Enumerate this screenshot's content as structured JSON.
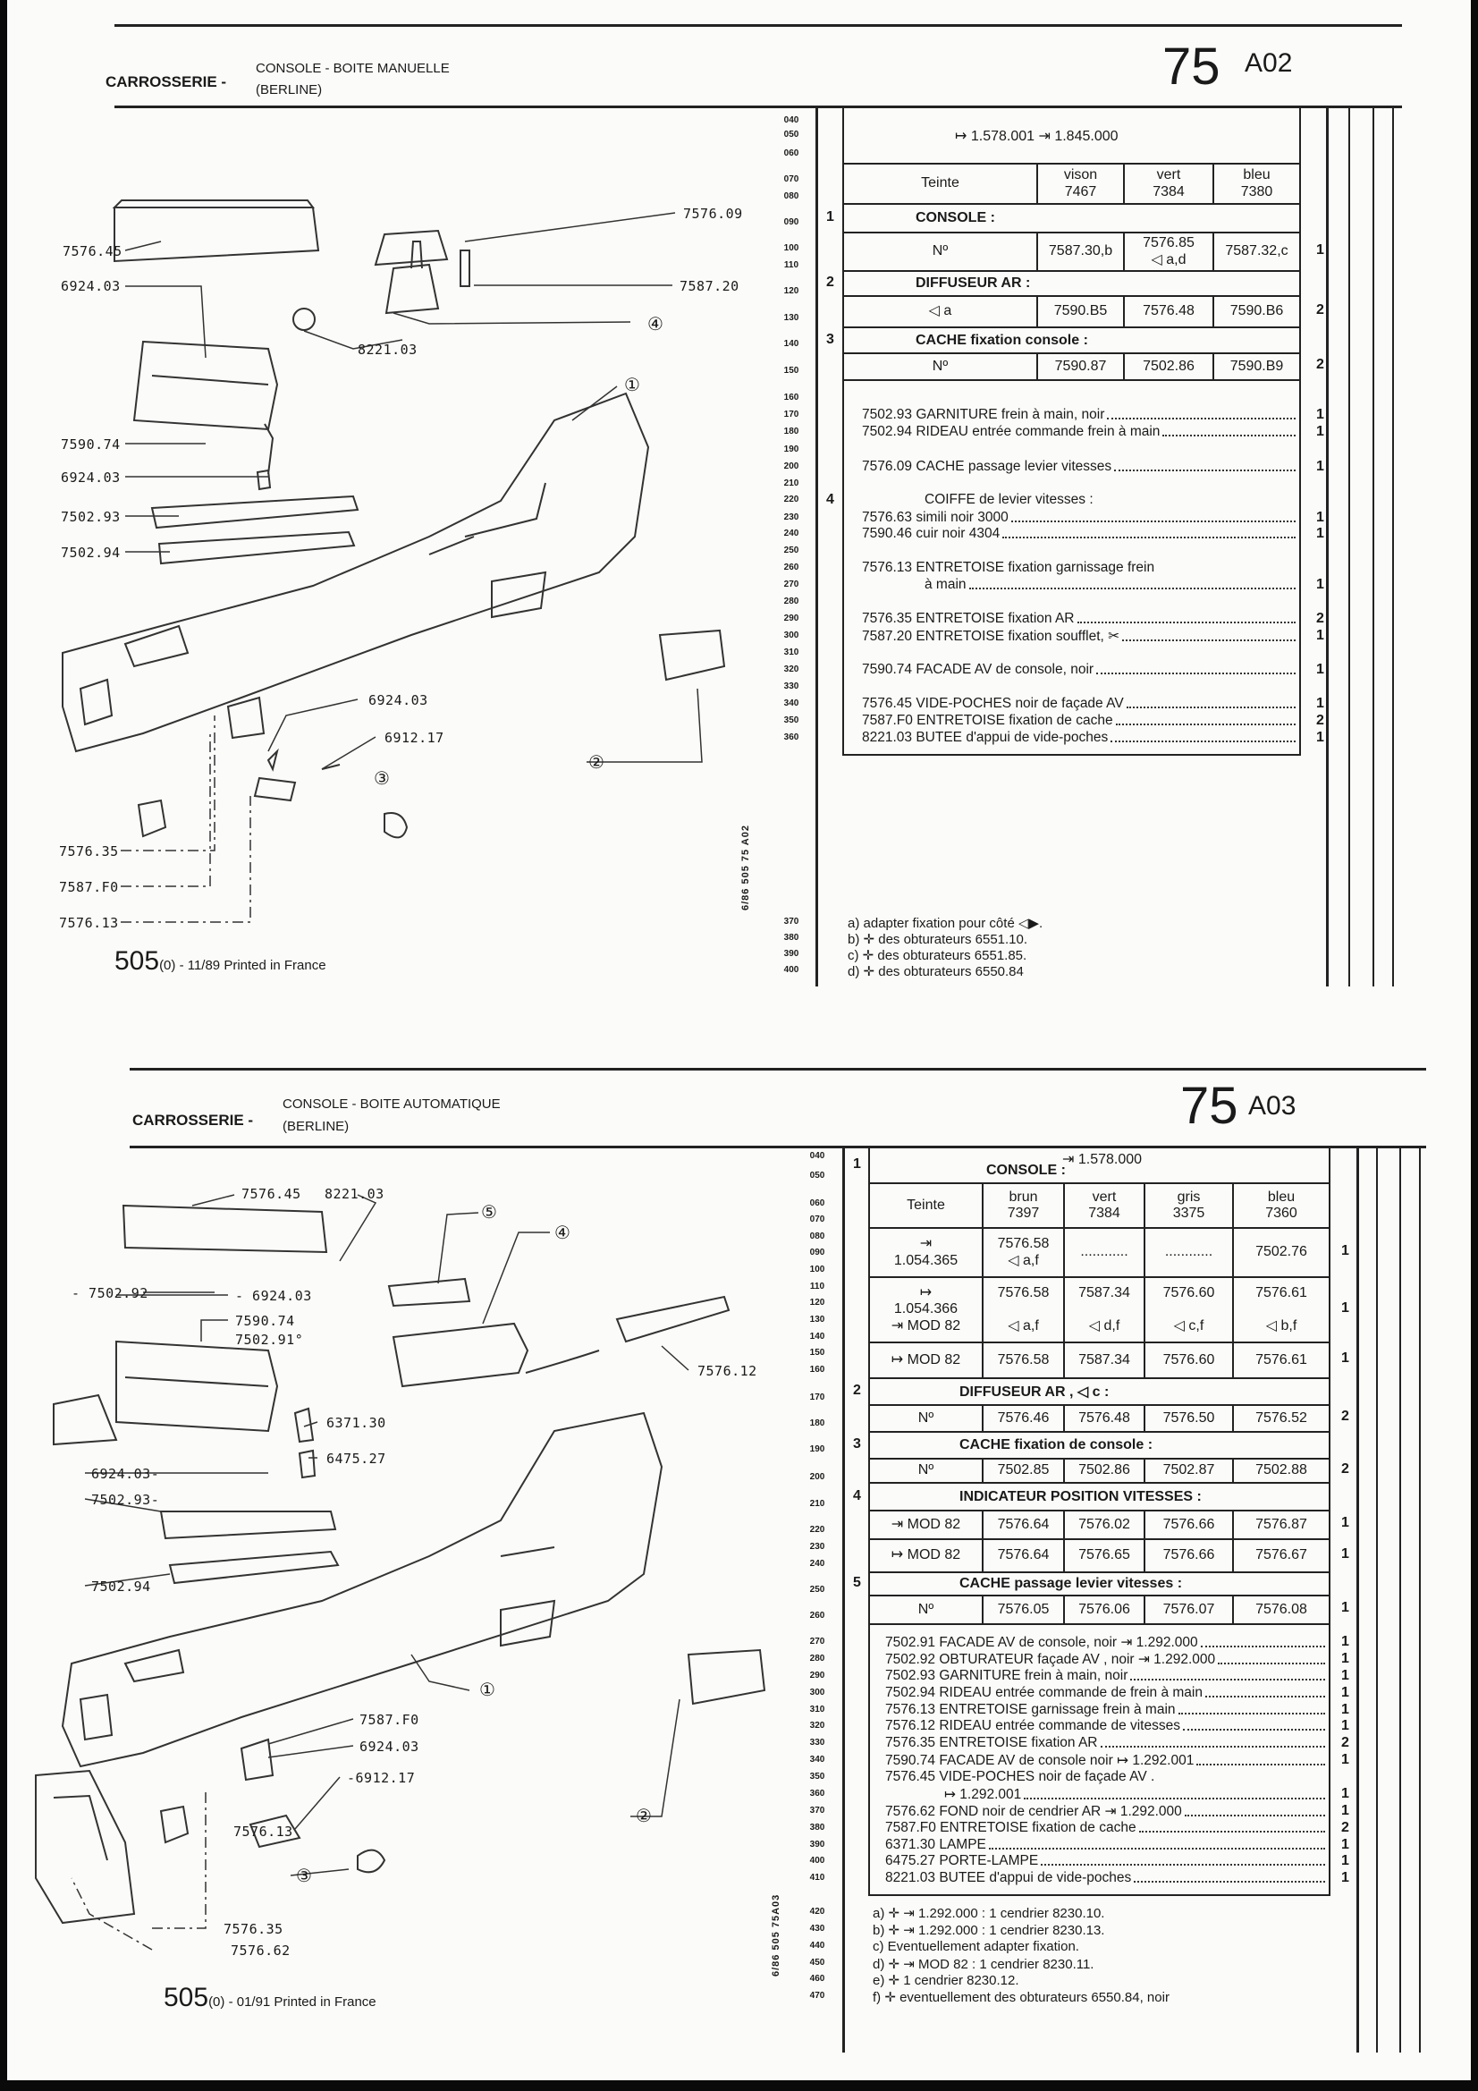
{
  "sheets": [
    {
      "header": {
        "section": "CARROSSERIE -",
        "title1": "CONSOLE - BOITE MANUELLE",
        "title2": "(BERLINE)",
        "page_num": "75",
        "page_code": "A02"
      },
      "range_text": "↦ 1.578.001 ⇥ 1.845.000",
      "line_numbers": [
        "040",
        "050",
        "060",
        "070",
        "080",
        "090",
        "100",
        "110",
        "120",
        "130",
        "140",
        "150",
        "160",
        "170",
        "180",
        "190",
        "200",
        "210",
        "220",
        "230",
        "240",
        "250",
        "260",
        "270",
        "280",
        "290",
        "300",
        "310",
        "320",
        "330",
        "340",
        "350",
        "360",
        "370",
        "380",
        "390",
        "400"
      ],
      "table": [
        {
          "type": "cells",
          "cells": [
            "Teinte",
            "vison\n7467",
            "vert\n7384",
            "bleu\n7380"
          ],
          "qty": ""
        },
        {
          "type": "band",
          "item": "1",
          "text": "CONSOLE :"
        },
        {
          "type": "cells",
          "cells": [
            "Nº",
            "7587.30,b",
            "7576.85\n◁ a,d",
            "7587.32,c"
          ],
          "qty": "1"
        },
        {
          "type": "band",
          "item": "2",
          "text": "DIFFUSEUR AR :"
        },
        {
          "type": "cells",
          "cells": [
            "◁ a",
            "7590.B5",
            "7576.48",
            "7590.B6"
          ],
          "qty": "2"
        },
        {
          "type": "band",
          "item": "3",
          "text": "CACHE fixation console :"
        },
        {
          "type": "cells",
          "cells": [
            "Nº",
            "7590.87",
            "7502.86",
            "7590.B9"
          ],
          "qty": "2"
        }
      ],
      "entries": [
        {
          "text": "7502.93 GARNITURE frein à main, noir",
          "qty": "1"
        },
        {
          "text": "7502.94 RIDEAU entrée commande frein à main",
          "qty": "1"
        },
        {
          "text": "7576.09 CACHE passage levier vitesses",
          "qty": "1"
        },
        {
          "text": "COIFFE de levier vitesses :",
          "qty": "",
          "item": "4"
        },
        {
          "text": "7576.63  simili noir 3000",
          "qty": "1"
        },
        {
          "text": "7590.46  cuir noir 4304",
          "qty": "1"
        },
        {
          "text": "7576.13 ENTRETOISE fixation garnissage frein",
          "qty": ""
        },
        {
          "text": "à main",
          "qty": "1"
        },
        {
          "text": "7576.35 ENTRETOISE fixation AR",
          "qty": "2"
        },
        {
          "text": "7587.20 ENTRETOISE fixation soufflet, ✂",
          "qty": "1"
        },
        {
          "text": "7590.74 FACADE AV de console, noir",
          "qty": "1"
        },
        {
          "text": "7576.45 VIDE-POCHES noir de façade AV",
          "qty": "1"
        },
        {
          "text": "7587.F0 ENTRETOISE fixation de cache",
          "qty": "2"
        },
        {
          "text": "8221.03 BUTEE d'appui de vide-poches",
          "qty": "1"
        }
      ],
      "notes": [
        "a) adapter fixation pour côté ◁▶.",
        "b) ✛ des obturateurs 6551.10.",
        "c) ✛ des obturateurs 6551.85.",
        "d) ✛ des obturateurs 6550.84"
      ],
      "labels": [
        "7576.45",
        "6924.03",
        "7590.74",
        "6924.03",
        "7502.93",
        "7502.94",
        "7576.35",
        "7587.F0",
        "7576.13",
        "7576.09",
        "7587.20",
        "8221.03",
        "6924.03",
        "6912.17"
      ],
      "callouts": [
        "①",
        "④",
        "②",
        "③"
      ],
      "footer": {
        "big": "505",
        "text": "(0) - 11/89 Printed in France"
      },
      "side_ref": "6/86   505   75 A02"
    },
    {
      "header": {
        "section": "CARROSSERIE -",
        "title1": "CONSOLE - BOITE AUTOMATIQUE",
        "title2": "(BERLINE)",
        "page_num": "75",
        "page_code": "A03"
      },
      "range_text": "⇥ 1.578.000",
      "line_numbers": [
        "040",
        "050",
        "060",
        "070",
        "080",
        "090",
        "100",
        "110",
        "120",
        "130",
        "140",
        "150",
        "160",
        "170",
        "180",
        "190",
        "200",
        "210",
        "220",
        "230",
        "240",
        "250",
        "260",
        "270",
        "280",
        "290",
        "300",
        "310",
        "320",
        "330",
        "340",
        "350",
        "360",
        "370",
        "380",
        "390",
        "400",
        "410",
        "420",
        "430",
        "440",
        "450",
        "460",
        "470"
      ],
      "table": [
        {
          "type": "band",
          "item": "1",
          "text": "CONSOLE :"
        },
        {
          "type": "cells",
          "cells": [
            "Teinte",
            "brun\n7397",
            "vert\n7384",
            "gris\n3375",
            "bleu\n7360"
          ],
          "qty": ""
        },
        {
          "type": "cells",
          "cells": [
            "⇥\n1.054.365",
            "7576.58\n◁ a,f",
            "............",
            "............",
            "7502.76"
          ],
          "qty": "1"
        },
        {
          "type": "cells",
          "cells": [
            "↦\n1.054.366\n⇥ MOD 82",
            "7576.58\n\n◁ a,f",
            "7587.34\n\n◁ d,f",
            "7576.60\n\n◁ c,f",
            "7576.61\n\n◁ b,f"
          ],
          "qty": "1"
        },
        {
          "type": "cells",
          "cells": [
            "↦ MOD 82",
            "7576.58",
            "7587.34",
            "7576.60",
            "7576.61"
          ],
          "qty": "1"
        },
        {
          "type": "band",
          "item": "2",
          "text": "DIFFUSEUR AR , ◁ c :"
        },
        {
          "type": "cells",
          "cells": [
            "Nº",
            "7576.46",
            "7576.48",
            "7576.50",
            "7576.52"
          ],
          "qty": "2"
        },
        {
          "type": "band",
          "item": "3",
          "text": "CACHE fixation de console :"
        },
        {
          "type": "cells",
          "cells": [
            "Nº",
            "7502.85",
            "7502.86",
            "7502.87",
            "7502.88"
          ],
          "qty": "2"
        },
        {
          "type": "band",
          "item": "4",
          "text": "INDICATEUR POSITION VITESSES :"
        },
        {
          "type": "cells",
          "cells": [
            "⇥ MOD 82",
            "7576.64",
            "7576.02",
            "7576.66",
            "7576.87"
          ],
          "qty": "1"
        },
        {
          "type": "cells",
          "cells": [
            "↦ MOD 82",
            "7576.64",
            "7576.65",
            "7576.66",
            "7576.67"
          ],
          "qty": "1"
        },
        {
          "type": "band",
          "item": "5",
          "text": "CACHE passage levier vitesses :"
        },
        {
          "type": "cells",
          "cells": [
            "Nº",
            "7576.05",
            "7576.06",
            "7576.07",
            "7576.08"
          ],
          "qty": "1"
        }
      ],
      "entries": [
        {
          "text": "7502.91 FACADE AV de console, noir ⇥ 1.292.000",
          "qty": "1"
        },
        {
          "text": "7502.92 OBTURATEUR façade AV , noir ⇥ 1.292.000",
          "qty": "1"
        },
        {
          "text": "7502.93 GARNITURE frein à main, noir",
          "qty": "1"
        },
        {
          "text": "7502.94 RIDEAU entrée commande de frein à main",
          "qty": "1"
        },
        {
          "text": "7576.13 ENTRETOISE garnissage frein à main",
          "qty": "1"
        },
        {
          "text": "7576.12 RIDEAU entrée commande de vitesses",
          "qty": "1"
        },
        {
          "text": "7576.35 ENTRETOISE fixation AR",
          "qty": "2"
        },
        {
          "text": "7590.74 FACADE AV de console noir ↦ 1.292.001",
          "qty": "1"
        },
        {
          "text": "7576.45 VIDE-POCHES noir de façade AV .",
          "qty": ""
        },
        {
          "text": "↦ 1.292.001",
          "qty": "1"
        },
        {
          "text": "7576.62 FOND noir de cendrier AR ⇥ 1.292.000",
          "qty": "1"
        },
        {
          "text": "7587.F0 ENTRETOISE fixation de cache",
          "qty": "2"
        },
        {
          "text": "6371.30 LAMPE",
          "qty": "1"
        },
        {
          "text": "6475.27 PORTE-LAMPE",
          "qty": "1"
        },
        {
          "text": "8221.03 BUTEE d'appui de vide-poches",
          "qty": "1"
        }
      ],
      "notes": [
        "a) ✛ ⇥ 1.292.000 : 1 cendrier 8230.10.",
        "b) ✛ ⇥ 1.292.000 : 1 cendrier 8230.13.",
        "c) Eventuellement adapter fixation.",
        "d) ✛ ⇥ MOD 82 : 1 cendrier 8230.11.",
        "e) ✛ 1 cendrier 8230.12.",
        "f) ✛ eventuellement des obturateurs 6550.84, noir"
      ],
      "labels": [
        "7576.45",
        "8221.03",
        "- 7502.92",
        "- 6924.03",
        "7590.74",
        "7502.91°",
        "7576.12",
        "6371.30",
        "6475.27",
        "6924.03-",
        "7502.93-",
        "7502.94",
        "7587.F0",
        "6924.03",
        "-6912.17",
        "7576.13",
        "7576.35",
        "7576.62"
      ],
      "callouts": [
        "⑤",
        "④",
        "①",
        "②",
        "③"
      ],
      "footer": {
        "big": "505",
        "text": "(0) - 01/91 Printed in France"
      },
      "side_ref": "6/86   505   75A03"
    }
  ]
}
